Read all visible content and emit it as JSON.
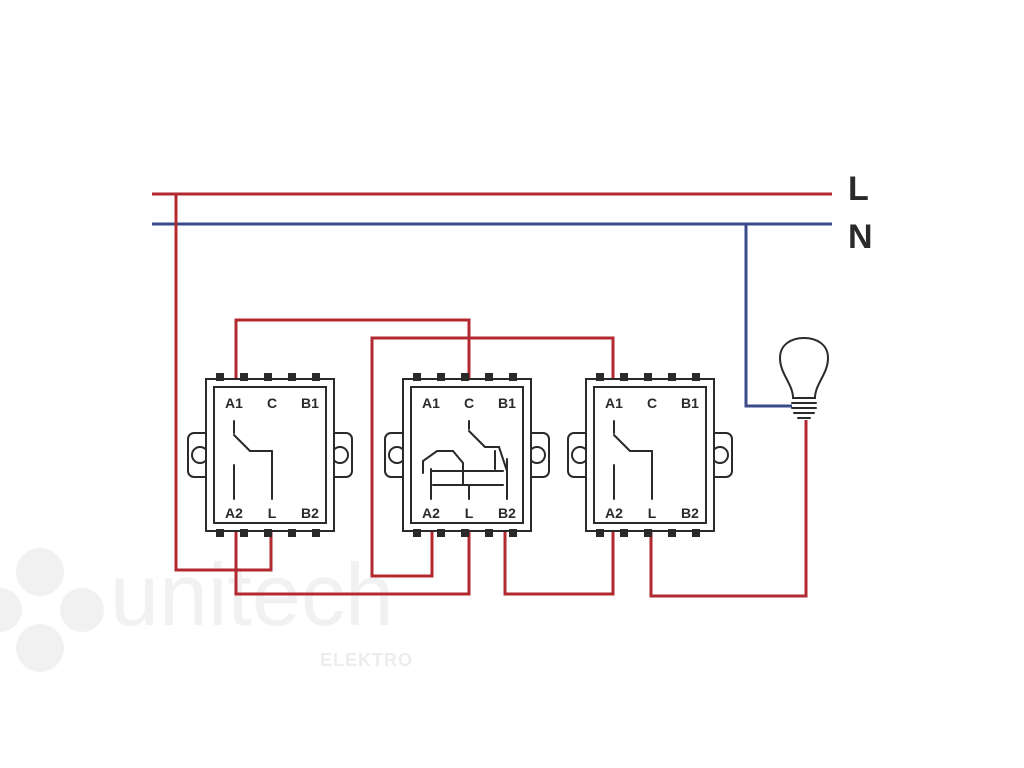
{
  "buses": {
    "live_label": "L",
    "neutral_label": "N"
  },
  "colors": {
    "live": "#b22a2f",
    "neutral": "#3a4b8c",
    "outline": "#2a2a2a"
  },
  "switches": [
    {
      "kind": "two-way",
      "terminals": {
        "a1": "A1",
        "c": "C",
        "b1": "B1",
        "a2": "A2",
        "l": "L",
        "b2": "B2"
      }
    },
    {
      "kind": "intermediate",
      "terminals": {
        "a1": "A1",
        "c": "C",
        "b1": "B1",
        "a2": "A2",
        "l": "L",
        "b2": "B2"
      }
    },
    {
      "kind": "two-way",
      "terminals": {
        "a1": "A1",
        "c": "C",
        "b1": "B1",
        "a2": "A2",
        "l": "L",
        "b2": "B2"
      }
    }
  ],
  "load": {
    "icon": "light-bulb-icon"
  },
  "watermark": {
    "brand": "unitech",
    "sub": "ELEKTRO",
    "icon": "unitech-logo-icon"
  }
}
